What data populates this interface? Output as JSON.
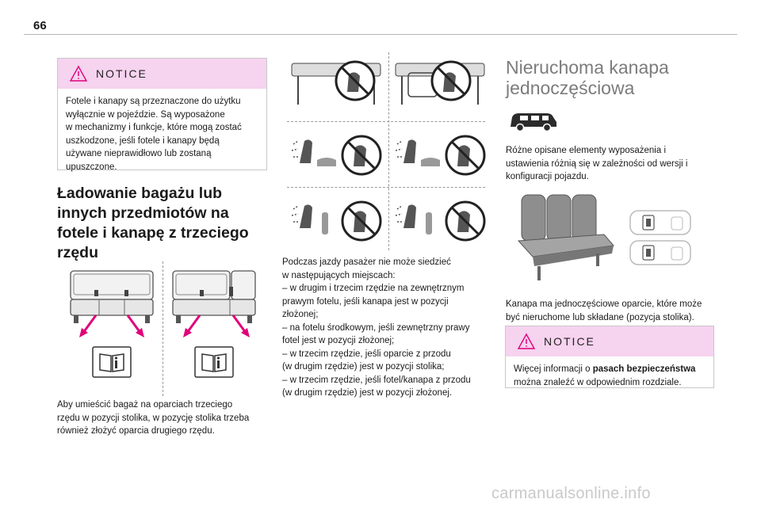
{
  "page": {
    "number": "66",
    "watermark": "carmanualsonline.info"
  },
  "col1": {
    "notice": {
      "title": "NOTICE",
      "text": "Fotele i kanapy są przeznaczone do użytku\nwyłącznie w pojeździe. Są wyposażone\nw mechanizmy i funkcje, które mogą zostać\nuszkodzone, jeśli fotele i kanapy będą\nużywane nieprawidłowo lub zostaną\nupuszczone."
    },
    "heading": "Ładowanie bagażu lub\ninnych przedmiotów na\nfotele i kanapę z trzeciego\nrzędu",
    "caption": "Aby umieścić bagaż na oparciach trzeciego\nrzędu w pozycji stolika, w pozycję stolika trzeba\nrównież złożyć oparcia drugiego rzędu."
  },
  "col2": {
    "text": "Podczas jazdy pasażer nie może siedzieć\nw następujących miejscach:\n–  w drugim i trzecim rzędzie na zewnętrznym\nprawym fotelu, jeśli kanapa jest w pozycji\nzłożonej;\n–  na fotelu środkowym, jeśli zewnętrzny prawy\nfotel jest w pozycji złożonej;\n–  w trzecim rzędzie, jeśli oparcie z przodu\n(w drugim rzędzie) jest w pozycji stolika;\n–  w trzecim rzędzie, jeśli fotel/kanapa z przodu\n(w drugim rzędzie) jest w pozycji złożonej."
  },
  "col3": {
    "title": "Nieruchoma kanapa\njednoczęściowa",
    "intro": "Różne opisane elementy wyposażenia\ni ustawienia różnią się w zależności od wersji i\nkonfiguracji pojazdu.",
    "intro_lines": "Różne opisane elementy wyposażenia i\nustawienia różnią się w zależności od wersji i\nkonfiguracji pojazdu.",
    "caption": "Kanapa ma jednoczęściowe oparcie, które może\nbyć nieruchome lub składane (pozycja stolika).",
    "notice": {
      "title": "NOTICE",
      "text_before": "Więcej informacji o ",
      "text_bold": "pasach bezpieczeństwa",
      "text_after": "\nmożna znaleźć w odpowiednim rozdziale."
    }
  },
  "colors": {
    "notice_header": "#f6d3ef",
    "warning": "#e1007a",
    "title_grey": "#7c7c7c",
    "arrow": "#e0007a"
  }
}
